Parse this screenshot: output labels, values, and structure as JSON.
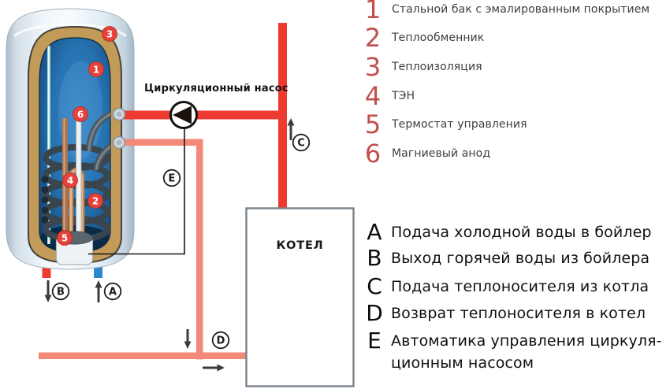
{
  "diagram": {
    "pump_label": "Циркуляционный насос",
    "boiler_label": "КОТЕЛ",
    "part_badges": [
      "1",
      "2",
      "3",
      "4",
      "5",
      "6"
    ],
    "flow_badges": [
      "A",
      "B",
      "C",
      "D",
      "E"
    ]
  },
  "legend_parts": {
    "items": [
      {
        "num": "1",
        "label": "Стальной бак с эмалированным покрытием"
      },
      {
        "num": "2",
        "label": "Теплообменник"
      },
      {
        "num": "3",
        "label": "Теплоизоляция"
      },
      {
        "num": "4",
        "label": "ТЭН"
      },
      {
        "num": "5",
        "label": "Термостат управления"
      },
      {
        "num": "6",
        "label": "Магниевый анод"
      }
    ]
  },
  "legend_flows": {
    "items": [
      {
        "letter": "A",
        "lines": [
          "Подача холодной воды в бойлер"
        ]
      },
      {
        "letter": "B",
        "lines": [
          "Выход горячей воды из бойлера"
        ]
      },
      {
        "letter": "C",
        "lines": [
          "Подача теплоносителя из котла"
        ]
      },
      {
        "letter": "D",
        "lines": [
          "Возврат теплоносителя в котел"
        ]
      },
      {
        "letter": "E",
        "lines": [
          "Автоматика управления циркуля-",
          "ционным насосом"
        ]
      }
    ]
  },
  "colors": {
    "hot_pipe": "#ee3b32",
    "return_pipe": "#f4897a",
    "cold_pipe": "#2d87cc",
    "legend_number_red": "#c0504d",
    "badge_red": "#e6423b",
    "insulation_tan": "#c29b59",
    "tank_blue": "#2268a6"
  }
}
